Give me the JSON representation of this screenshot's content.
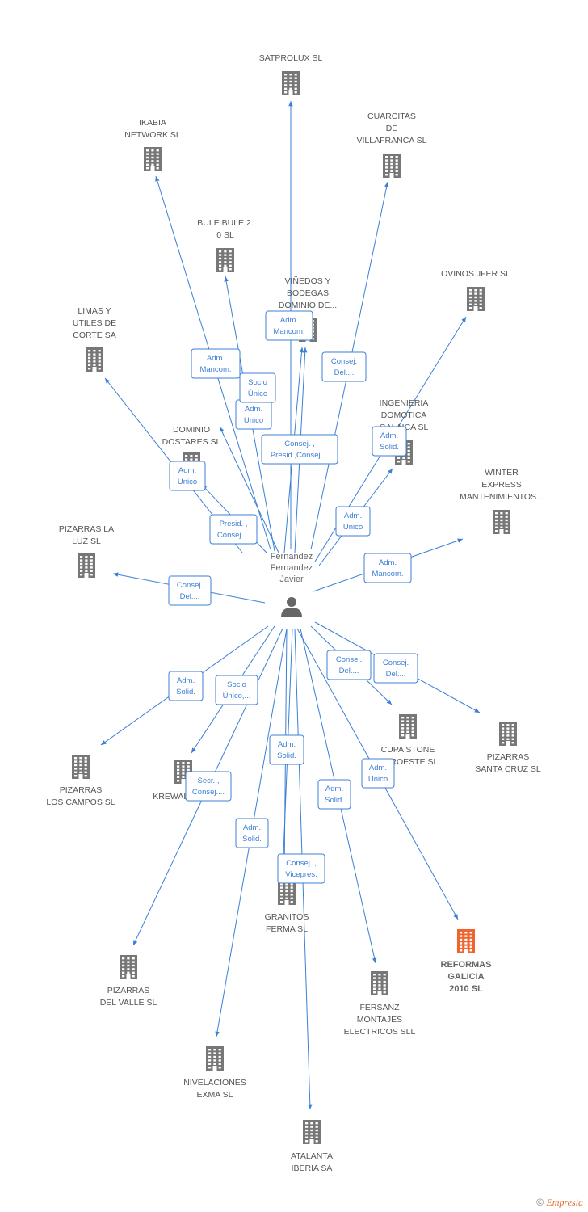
{
  "center": {
    "name": [
      "Fernandez",
      "Fernandez",
      "Javier"
    ],
    "icon": "person-icon"
  },
  "colors": {
    "edge": "#3b7fd6",
    "building": "#777777",
    "highlight": "#f0642e"
  },
  "companies": [
    {
      "id": "satprolux",
      "label": [
        "SATPROLUX  SL"
      ],
      "highlight": false
    },
    {
      "id": "ikabia",
      "label": [
        "IKABIA",
        "NETWORK SL"
      ],
      "highlight": false
    },
    {
      "id": "cuarcitas",
      "label": [
        "CUARCITAS",
        "DE",
        "VILLAFRANCA SL"
      ],
      "highlight": false
    },
    {
      "id": "bule",
      "label": [
        "BULE BULE 2.",
        "0  SL"
      ],
      "highlight": false
    },
    {
      "id": "vinedos",
      "label": [
        "VIÑEDOS Y",
        "BODEGAS",
        "DOMINIO DE..."
      ],
      "highlight": false
    },
    {
      "id": "ovinos",
      "label": [
        "OVINOS JFER SL"
      ],
      "highlight": false
    },
    {
      "id": "limas",
      "label": [
        "LIMAS Y",
        "UTILES DE",
        "CORTE SA"
      ],
      "highlight": false
    },
    {
      "id": "ingenieria",
      "label": [
        "INGENIERIA",
        "DOMOTICA",
        "GALAICA SL"
      ],
      "highlight": false
    },
    {
      "id": "dominio",
      "label": [
        "DOMINIO",
        "DOSTARES  SL"
      ],
      "highlight": false
    },
    {
      "id": "winter",
      "label": [
        "WINTER",
        "EXPRESS",
        "MANTENIMIENTOS..."
      ],
      "highlight": false
    },
    {
      "id": "pizarras_luz",
      "label": [
        "PIZARRAS LA",
        "LUZ SL"
      ],
      "highlight": false
    },
    {
      "id": "pizarras_santa",
      "label": [
        "PIZARRAS",
        "SANTA CRUZ SL"
      ],
      "highlight": false
    },
    {
      "id": "cupa",
      "label": [
        "CUPA STONE",
        "NOROESTE SL"
      ],
      "highlight": false
    },
    {
      "id": "pizarras_campos",
      "label": [
        "PIZARRAS",
        "LOS CAMPOS SL"
      ],
      "highlight": false
    },
    {
      "id": "krewaldo",
      "label": [
        "KREWALDO SL"
      ],
      "highlight": false
    },
    {
      "id": "reformas",
      "label": [
        "REFORMAS",
        "GALICIA",
        "2010 SL"
      ],
      "highlight": true
    },
    {
      "id": "granitos",
      "label": [
        "GRANITOS",
        "FERMA SL"
      ],
      "highlight": false
    },
    {
      "id": "pizarras_valle",
      "label": [
        "PIZARRAS",
        "DEL VALLE SL"
      ],
      "highlight": false
    },
    {
      "id": "fersanz",
      "label": [
        "FERSANZ",
        "MONTAJES",
        "ELECTRICOS SLL"
      ],
      "highlight": false
    },
    {
      "id": "nivelaciones",
      "label": [
        "NIVELACIONES",
        "EXMA  SL"
      ],
      "highlight": false
    },
    {
      "id": "atalanta",
      "label": [
        "ATALANTA",
        "IBERIA SA"
      ],
      "highlight": false
    }
  ],
  "relations": [
    {
      "to": "satprolux",
      "label": []
    },
    {
      "to": "ikabia",
      "label": [
        "Adm.",
        "Mancom."
      ]
    },
    {
      "to": "cuarcitas",
      "label": [
        "Consej.",
        "Del...."
      ]
    },
    {
      "to": "bule",
      "label": [
        "Adm.",
        "Unico"
      ]
    },
    {
      "to": "vinedos",
      "label": [
        "Adm.",
        "Mancom."
      ]
    },
    {
      "to": "vinedos",
      "label": [
        "Socio",
        "Único"
      ]
    },
    {
      "to": "vinedos",
      "label": [
        "Consej. ,",
        "Presid.,Consej...."
      ]
    },
    {
      "to": "ovinos",
      "label": [
        "Adm.",
        "Solid."
      ]
    },
    {
      "to": "limas",
      "label": [
        "Adm.",
        "Unico"
      ]
    },
    {
      "to": "ingenieria",
      "label": [
        "Adm.",
        "Unico"
      ]
    },
    {
      "to": "dominio",
      "label": [
        "Presid. ,",
        "Consej...."
      ]
    },
    {
      "to": "winter",
      "label": [
        "Adm.",
        "Mancom."
      ]
    },
    {
      "to": "pizarras_luz",
      "label": [
        "Consej.",
        "Del...."
      ]
    },
    {
      "to": "pizarras_santa",
      "label": [
        "Consej.",
        "Del...."
      ]
    },
    {
      "to": "cupa",
      "label": [
        "Consej.",
        "Del...."
      ]
    },
    {
      "to": "pizarras_campos",
      "label": [
        "Adm.",
        "Solid."
      ]
    },
    {
      "to": "krewaldo",
      "label": [
        "Socio",
        "Único,..."
      ]
    },
    {
      "to": "reformas",
      "label": [
        "Adm.",
        "Unico"
      ]
    },
    {
      "to": "granitos",
      "label": [
        "Adm.",
        "Solid."
      ]
    },
    {
      "to": "granitos",
      "label": [
        "Consej. ,",
        "Vicepres."
      ]
    },
    {
      "to": "pizarras_valle",
      "label": [
        "Secr. ,",
        "Consej...."
      ]
    },
    {
      "to": "fersanz",
      "label": [
        "Adm.",
        "Solid."
      ]
    },
    {
      "to": "nivelaciones",
      "label": [
        "Adm.",
        "Solid."
      ]
    },
    {
      "to": "atalanta",
      "label": []
    }
  ],
  "footer": {
    "copyright": "©",
    "brand": "Empresia"
  }
}
